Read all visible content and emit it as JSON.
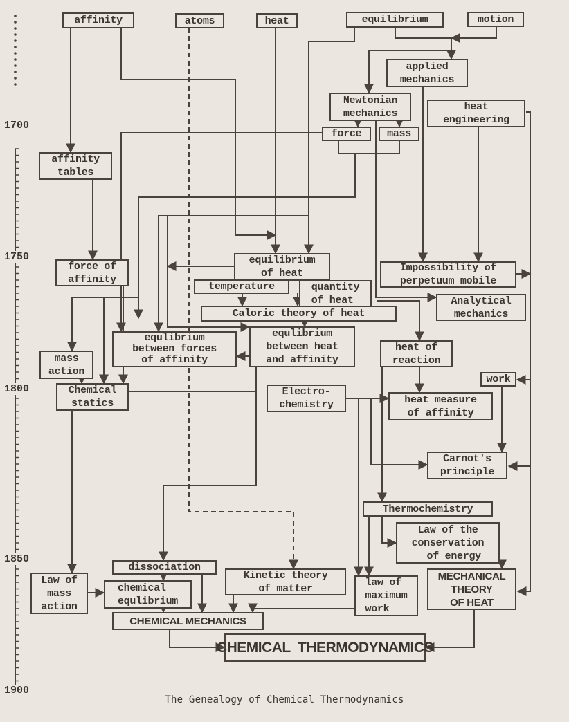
{
  "diagram": {
    "caption": "The Genealogy of Chemical Thermodynamics",
    "timeline": [
      "1700",
      "1750",
      "1800",
      "1850",
      "1900"
    ],
    "nodes": {
      "affinity": "affinity",
      "atoms": "atoms",
      "heat": "heat",
      "equilibrium": "equilibrium",
      "motion": "motion",
      "applied_mechanics": "applied\nmechanics",
      "newtonian_mechanics": "Newtonian\nmechanics",
      "heat_engineering": "heat\nengineering",
      "force": "force",
      "mass": "mass",
      "affinity_tables": "affinity\ntables",
      "force_of_affinity": "force of\naffinity",
      "equilibrium_of_heat": "equilibrium\nof heat",
      "temperature": "temperature",
      "quantity_of_heat": "quantity\nof heat",
      "caloric_theory": "Caloric theory of heat",
      "perpetuum_mobile": "Impossibility of\nperpetuum mobile",
      "analytical_mechanics": "Analytical\nmechanics",
      "eq_forces_affinity": "equlibrium\nbetween forces\nof affinity",
      "eq_heat_affinity": "equlibrium\nbetween heat\nand affinity",
      "heat_of_reaction": "heat of\nreaction",
      "mass_action": "mass\naction",
      "work": "work",
      "chemical_statics": "Chemical\nstatics",
      "electrochemistry": "Electro-\nchemistry",
      "heat_measure_affinity": "heat measure\nof affinity",
      "carnot": "Carnot's\nprinciple",
      "thermochemistry": "Thermochemistry",
      "conservation_energy": "Law of the\nconservation\n  of energy",
      "dissociation": "dissociation",
      "kinetic_theory": "Kinetic theory\nof matter",
      "law_mass_action": "Law of\nmass\naction",
      "chemical_equilibrium": "chemical\nequlibrium",
      "law_max_work": "law of\nmaximum\nwork",
      "mechanical_theory_heat": "MECHANICAL\nTHEORY\nOF HEAT",
      "chemical_mechanics": "CHEMICAL MECHANICS",
      "chemical_thermodynamics": "CHEMICAL  THERMODYNAMICS"
    },
    "colors": {
      "ink": "#4a423d",
      "paper": "#ebe7e0"
    }
  }
}
